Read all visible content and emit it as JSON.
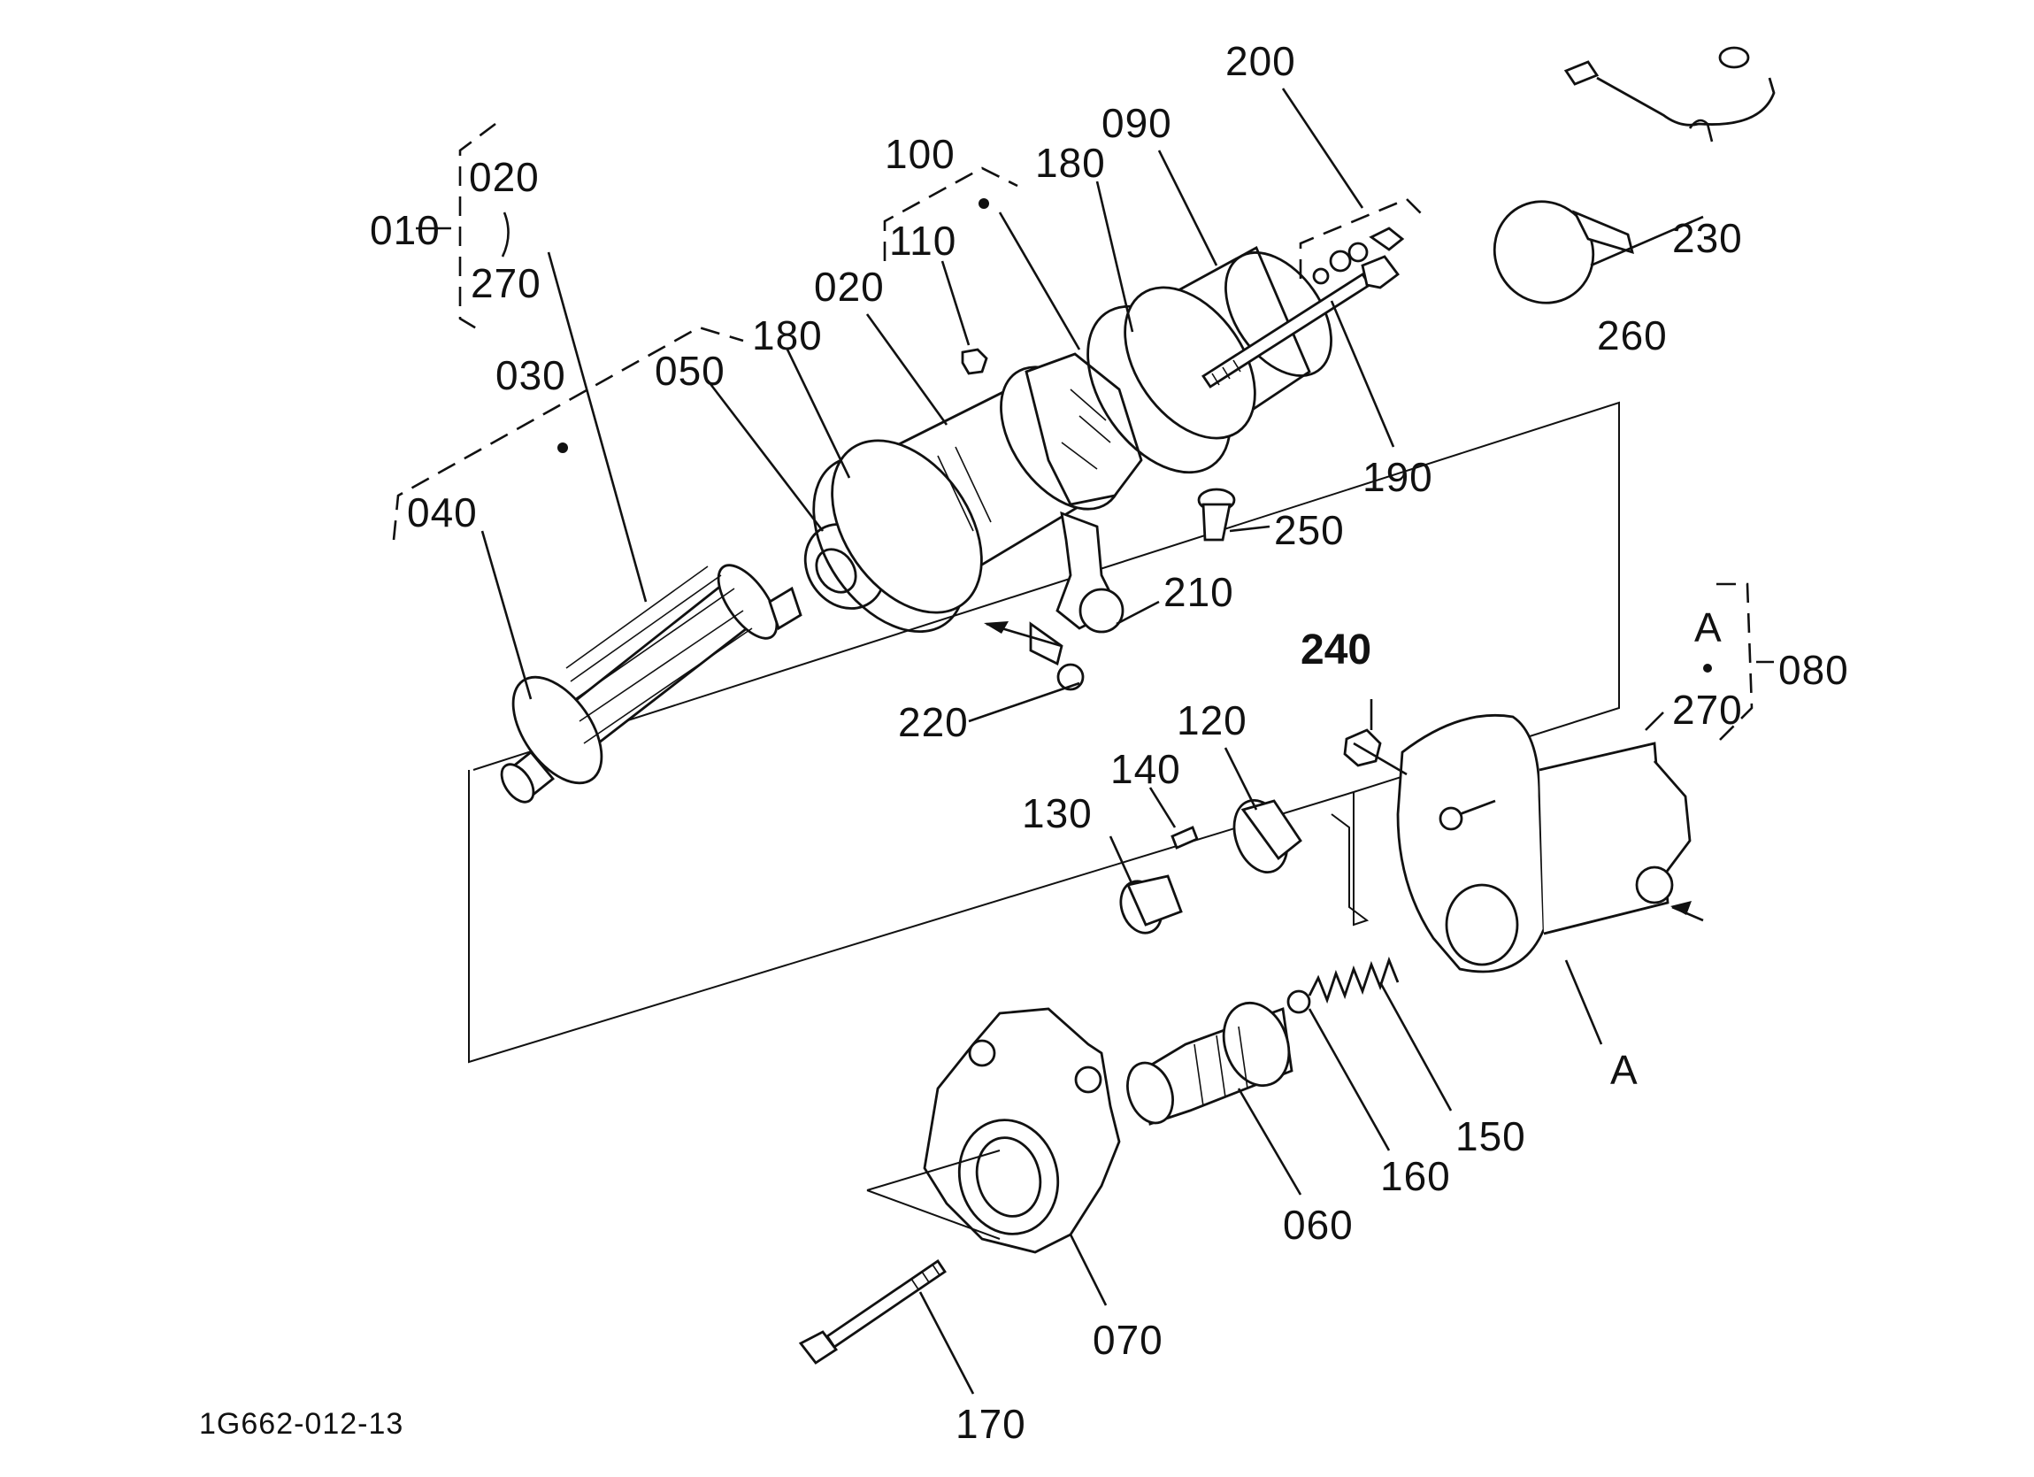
{
  "drawing_code": "1G662-012-13",
  "callouts": {
    "c010": "010",
    "c020_top": "020",
    "c270_top": "270",
    "c030": "030",
    "c040": "040",
    "c050": "050",
    "c180_left": "180",
    "c020": "020",
    "c110": "110",
    "c100": "100",
    "c180_right": "180",
    "c090": "090",
    "c200": "200",
    "c190": "190",
    "c230": "230",
    "c260": "260",
    "c250": "250",
    "c210": "210",
    "c220": "220",
    "c240": "240",
    "c120": "120",
    "c140": "140",
    "c130": "130",
    "cA_top": "A",
    "c080": "080",
    "c270_right": "270",
    "cA_bottom": "A",
    "c150": "150",
    "c160": "160",
    "c060": "060",
    "c070": "070",
    "c170": "170"
  }
}
